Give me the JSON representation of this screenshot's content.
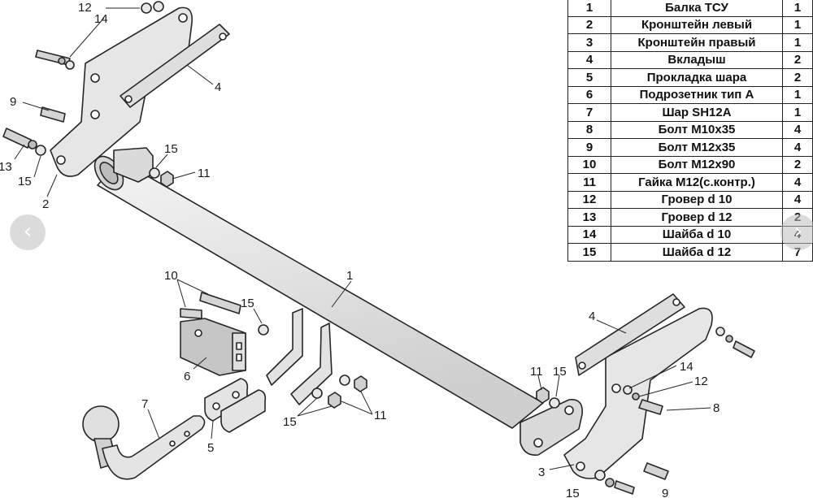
{
  "parts_table": [
    {
      "no": "1",
      "name": "Балка ТСУ",
      "qty": "1"
    },
    {
      "no": "2",
      "name": "Кронштейн левый",
      "qty": "1"
    },
    {
      "no": "3",
      "name": "Кронштейн правый",
      "qty": "1"
    },
    {
      "no": "4",
      "name": "Вкладыш",
      "qty": "2"
    },
    {
      "no": "5",
      "name": "Прокладка шара",
      "qty": "2"
    },
    {
      "no": "6",
      "name": "Подрозетник тип А",
      "qty": "1"
    },
    {
      "no": "7",
      "name": "Шар SH12A",
      "qty": "1"
    },
    {
      "no": "8",
      "name": "Болт М10х35",
      "qty": "4"
    },
    {
      "no": "9",
      "name": "Болт М12х35",
      "qty": "4"
    },
    {
      "no": "10",
      "name": "Болт М12х90",
      "qty": "2"
    },
    {
      "no": "11",
      "name": "Гайка М12(с.контр.)",
      "qty": "4"
    },
    {
      "no": "12",
      "name": "Гровер d 10",
      "qty": "4"
    },
    {
      "no": "13",
      "name": "Гровер d 12",
      "qty": "2"
    },
    {
      "no": "14",
      "name": "Шайба d 10",
      "qty": "4"
    },
    {
      "no": "15",
      "name": "Шайба d 12",
      "qty": "7"
    }
  ],
  "callouts": {
    "c1": "1",
    "c2": "2",
    "c3": "3",
    "c4a": "4",
    "c4b": "4",
    "c5": "5",
    "c6": "6",
    "c7": "7",
    "c8": "8",
    "c9a": "9",
    "c9b": "9",
    "c10": "10",
    "c11a": "11",
    "c11b": "11",
    "c11c": "11",
    "c12a": "12",
    "c12b": "12",
    "c13": "13",
    "c14a": "14",
    "c14b": "14",
    "c15a": "15",
    "c15b": "15",
    "c15c": "15",
    "c15d": "15",
    "c15e": "15",
    "c15f": "15"
  },
  "icons": {
    "prev": "chevron-left-icon",
    "next": "chevron-right-icon",
    "prev_glyph": "‹",
    "next_glyph": "›"
  },
  "colors": {
    "line": "#262626",
    "part_fill": "#e4e4e4",
    "part_shade": "#c8c8c8",
    "background": "#ffffff"
  }
}
